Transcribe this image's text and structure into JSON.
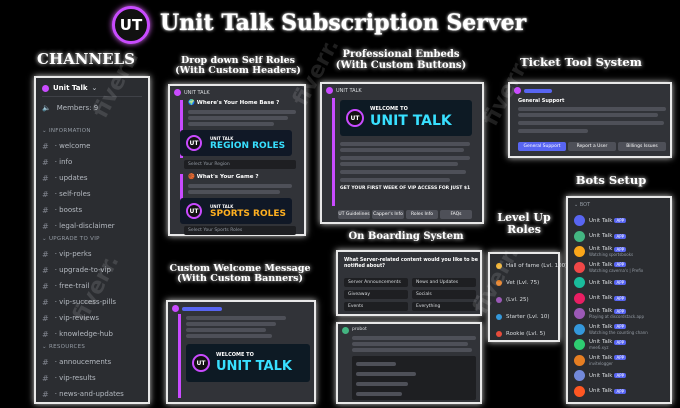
{
  "header": {
    "logo_text": "UT",
    "title": "Unit Talk Subscription Server"
  },
  "headings": {
    "channels": "CHANNELS",
    "drop_down_line1": "Drop down Self Roles",
    "drop_down_line2": "(With Custom Headers)",
    "embeds_line1": "Professional Embeds",
    "embeds_line2": "(With Custom Buttons)",
    "ticket": "Ticket Tool System",
    "bots": "Bots Setup",
    "level_line1": "Level Up",
    "level_line2": "Roles",
    "onboarding": "On Boarding System",
    "welcome_line1": "Custom Welcome Message",
    "welcome_line2": "(With Custom Banners)"
  },
  "channels_panel": {
    "server_name": "Unit Talk",
    "members": "Members: 9",
    "category_information": "INFORMATION",
    "info_channels": [
      "welcome",
      "info",
      "updates",
      "self-roles",
      "boosts",
      "legal-disclaimer"
    ],
    "category_upgrade": "UPGRADE TO VIP",
    "upgrade_channels": [
      "vip-perks",
      "upgrade-to-vip",
      "free-trail",
      "vip-success-pills",
      "vip-reviews",
      "knowledge-hub"
    ],
    "category_resources": "RESOURCES",
    "resource_channels": [
      "annoucements",
      "vip-results",
      "news-and-updates"
    ]
  },
  "roles_panel": {
    "bot_name": "UNIT TALK",
    "q1": "Where's Your Home Base ?",
    "banner1": "REGION ROLES",
    "select1": "Select Your Region",
    "q2": "What's Your Game ?",
    "banner2": "SPORTS ROLES",
    "select2": "Select Your Sports Roles",
    "banner_small": "UNIT TALK"
  },
  "embeds_panel": {
    "bot_name": "UNIT TALK",
    "welcome_small": "WELCOME TO",
    "welcome_big": "UNIT TALK",
    "cta": "GET YOUR FIRST WEEK OF VIP ACCESS FOR JUST $1",
    "buttons": [
      "UT Guidelines",
      "Capper's Info",
      "Roles Info",
      "FAQs"
    ]
  },
  "ticket_panel": {
    "title": "General Support",
    "buttons": [
      "General Support",
      "Report a User",
      "Billings Issues"
    ]
  },
  "welcome_panel": {
    "welcome_small": "WELCOME TO",
    "welcome_big": "UNIT TALK"
  },
  "onboarding_panel": {
    "question": "What Server-related content would you like to be notified about?",
    "options": [
      "Server Announcements",
      "News and Updates",
      "Giveaway",
      "Socials",
      "Events",
      "Everything"
    ],
    "bot_name": "probot"
  },
  "level_panel": {
    "roles": [
      "Hall of fame (Lvl. 100)",
      "Vet (Lvl. 75)",
      "(Lvl. 25)",
      "Starter (Lvl. 10)",
      "Rookie (Lvl. 5)"
    ]
  },
  "bots_panel": {
    "header": "BOT",
    "tag": "APP",
    "bots": [
      {
        "name": "Unit Talk",
        "status": ""
      },
      {
        "name": "Unit Talk",
        "status": ""
      },
      {
        "name": "Unit Talk",
        "status": "Watching sportsbooks"
      },
      {
        "name": "Unit Talk",
        "status": "Watching caverna's | Prefix"
      },
      {
        "name": "Unit Talk",
        "status": ""
      },
      {
        "name": "Unit Talk",
        "status": ""
      },
      {
        "name": "Unit Talk",
        "status": "Playing at discordstack.app"
      },
      {
        "name": "Unit Talk",
        "status": "Watching the counting chann"
      },
      {
        "name": "Unit Talk",
        "status": "mee6.xyz"
      },
      {
        "name": "Unit Talk",
        "status": "invitelogger"
      },
      {
        "name": "Unit Talk",
        "status": ""
      },
      {
        "name": "Unit Talk",
        "status": ""
      }
    ]
  },
  "watermark": "fiverr.",
  "colors": {
    "accent_purple": "#c94bff",
    "discord_bg": "#2b2d31",
    "cyan": "#38e0ff",
    "blurple": "#5865f2"
  }
}
